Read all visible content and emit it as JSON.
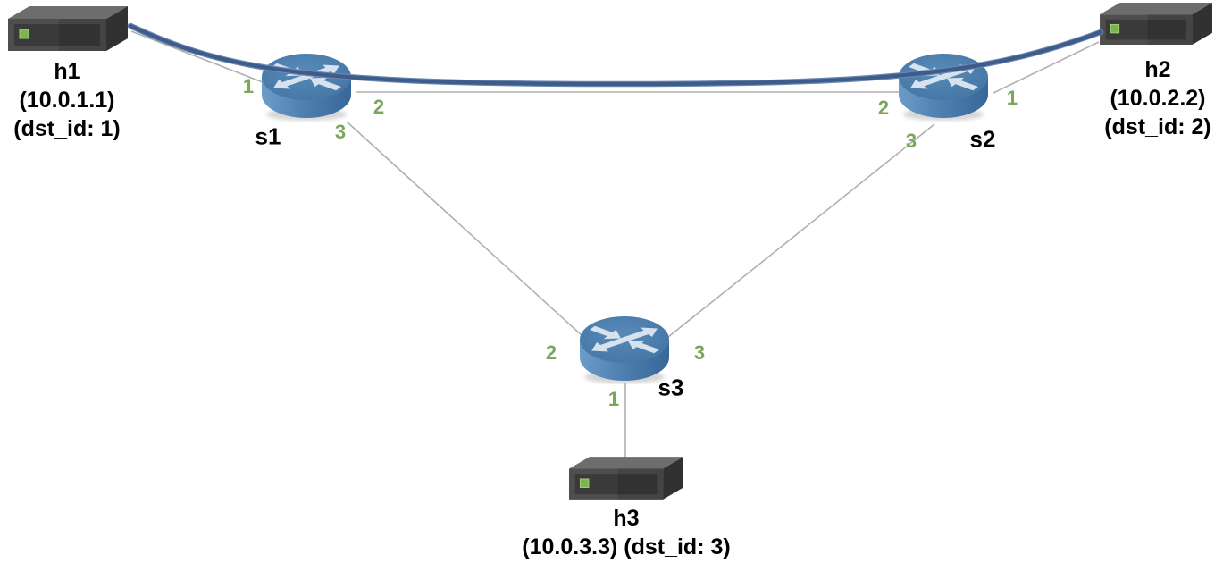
{
  "diagram_type": "network-topology",
  "colors": {
    "background": "#ffffff",
    "link_gray": "#b0b0b0",
    "path_blue": "#3d5c8b",
    "path_blue_edge": "#6b87ad",
    "port_green": "#7ca65b",
    "label_black": "#000000",
    "switch_blue": "#4a7dad",
    "host_gray": "#4f4f4f",
    "led_green": "#7cb549"
  },
  "hosts": [
    {
      "id": "h1",
      "lines": [
        "h1",
        "(10.0.1.1)",
        "(dst_id: 1)"
      ]
    },
    {
      "id": "h2",
      "lines": [
        "h2",
        "(10.0.2.2)",
        "(dst_id: 2)"
      ]
    },
    {
      "id": "h3",
      "lines": [
        "h3",
        "(10.0.3.3) (dst_id: 3)"
      ]
    }
  ],
  "switches": [
    {
      "id": "s1",
      "name": "s1"
    },
    {
      "id": "s2",
      "name": "s2"
    },
    {
      "id": "s3",
      "name": "s3"
    }
  ],
  "port_labels": [
    {
      "switch": "s1",
      "port": "1"
    },
    {
      "switch": "s1",
      "port": "2"
    },
    {
      "switch": "s1",
      "port": "3"
    },
    {
      "switch": "s2",
      "port": "2"
    },
    {
      "switch": "s2",
      "port": "1"
    },
    {
      "switch": "s2",
      "port": "3"
    },
    {
      "switch": "s3",
      "port": "2"
    },
    {
      "switch": "s3",
      "port": "3"
    },
    {
      "switch": "s3",
      "port": "1"
    }
  ],
  "links": [
    {
      "from": "h1",
      "to": "s1",
      "to_port": "1"
    },
    {
      "from": "s1",
      "to": "s2",
      "from_port": "2",
      "to_port": "2"
    },
    {
      "from": "h2",
      "to": "s2",
      "to_port": "1"
    },
    {
      "from": "s1",
      "to": "s3",
      "from_port": "3",
      "to_port": "2"
    },
    {
      "from": "s2",
      "to": "s3",
      "from_port": "3",
      "to_port": "3"
    },
    {
      "from": "h3",
      "to": "s3",
      "to_port": "1"
    }
  ],
  "highlighted_path": {
    "nodes": [
      "h1",
      "s1",
      "s2",
      "h2"
    ],
    "color": "#3d5c8b"
  }
}
